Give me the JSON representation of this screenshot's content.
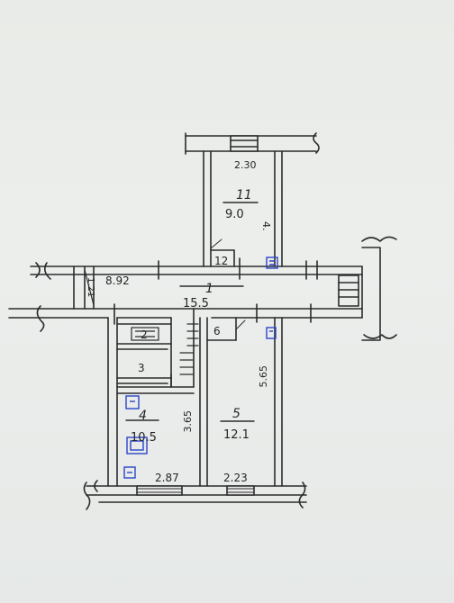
{
  "rooms": [
    {
      "number": "11",
      "area": "9.0"
    },
    {
      "number": "1",
      "area": "15.5"
    },
    {
      "number": "4",
      "area": "10.5"
    },
    {
      "number": "5",
      "area": "12.1"
    },
    {
      "number": "12",
      "area": ""
    },
    {
      "number": "2",
      "area": ""
    },
    {
      "number": "3",
      "area": ""
    },
    {
      "number": "6",
      "area": ""
    }
  ],
  "dimensions": {
    "room11_width": "2.30",
    "room11_length": "4.",
    "corridor_length": "8.92",
    "corridor_end_width": "1.21",
    "room4_length": "3.65",
    "room4_width": "2.87",
    "room5_length": "5.65",
    "room5_width": "2.23"
  },
  "icons": [
    "sink-icon",
    "stove-icon",
    "sink-icon",
    "bath-icon",
    "toilet-icon",
    "sink-icon"
  ]
}
